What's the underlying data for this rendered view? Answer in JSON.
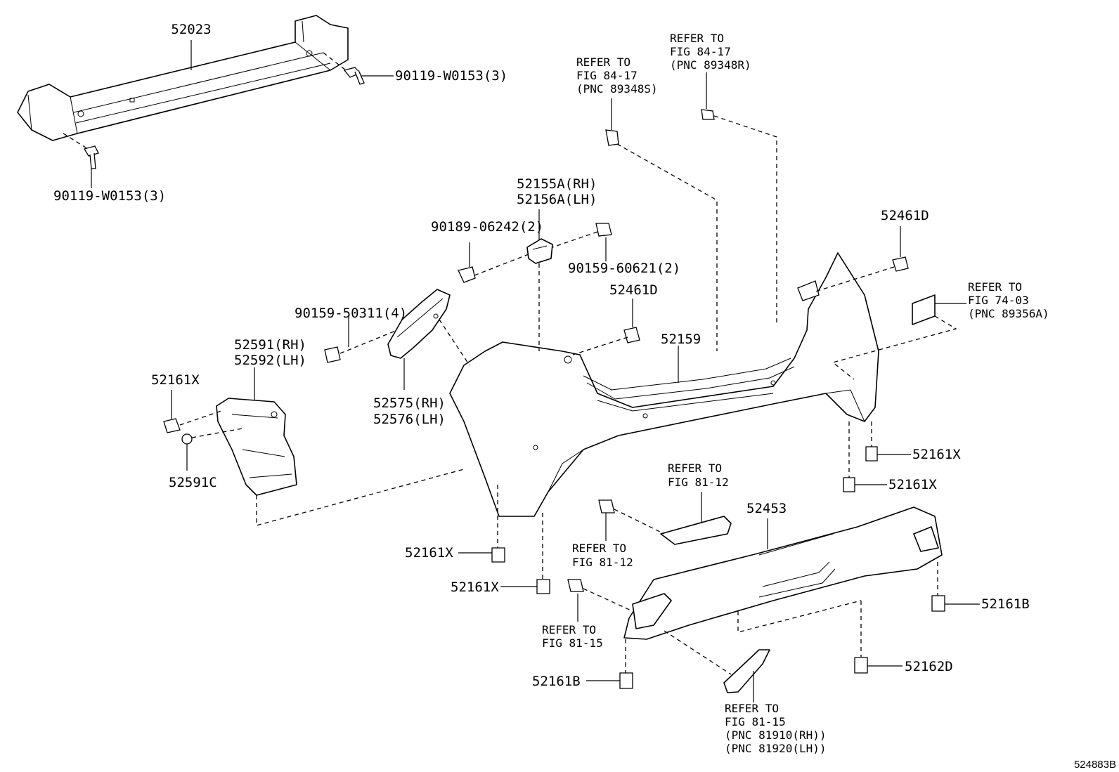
{
  "parts": {
    "p52023": "52023",
    "p90119_top": "90119-W0153(3)",
    "p90119_bottom": "90119-W0153(3)",
    "p52155A": "52155A(RH)",
    "p52156A": "52156A(LH)",
    "p90189": "90189-06242(2)",
    "p90159_606": "90159-60621(2)",
    "p52461D_right": "52461D",
    "p52461D_mid": "52461D",
    "p90159_503": "90159-50311(4)",
    "p52159": "52159",
    "p52591": "52591(RH)",
    "p52592": "52592(LH)",
    "p52161X_left": "52161X",
    "p52591C": "52591C",
    "p52575": "52575(RH)",
    "p52576": "52576(LH)",
    "p52161X_r1": "52161X",
    "p52161X_r2": "52161X",
    "p52453": "52453",
    "p52161X_b1": "52161X",
    "p52161X_b2": "52161X",
    "p52161B_right": "52161B",
    "p52161B_bottom": "52161B",
    "p52162D": "52162D"
  },
  "refs": {
    "fig84_s": [
      "REFER TO",
      "FIG 84-17",
      "(PNC 89348S)"
    ],
    "fig84_r": [
      "REFER TO",
      "FIG 84-17",
      "(PNC 89348R)"
    ],
    "fig74": [
      "REFER TO",
      "FIG 74-03",
      "(PNC 89356A)"
    ],
    "fig81_12_top": [
      "REFER TO",
      "FIG 81-12"
    ],
    "fig81_12_left": [
      "REFER TO",
      "FIG 81-12"
    ],
    "fig81_15_left": [
      "REFER TO",
      "FIG 81-15"
    ],
    "fig81_15_bottom": [
      "REFER TO",
      "FIG 81-15",
      "(PNC 81910(RH))",
      "(PNC 81920(LH))"
    ]
  },
  "figure_code": "524883B"
}
